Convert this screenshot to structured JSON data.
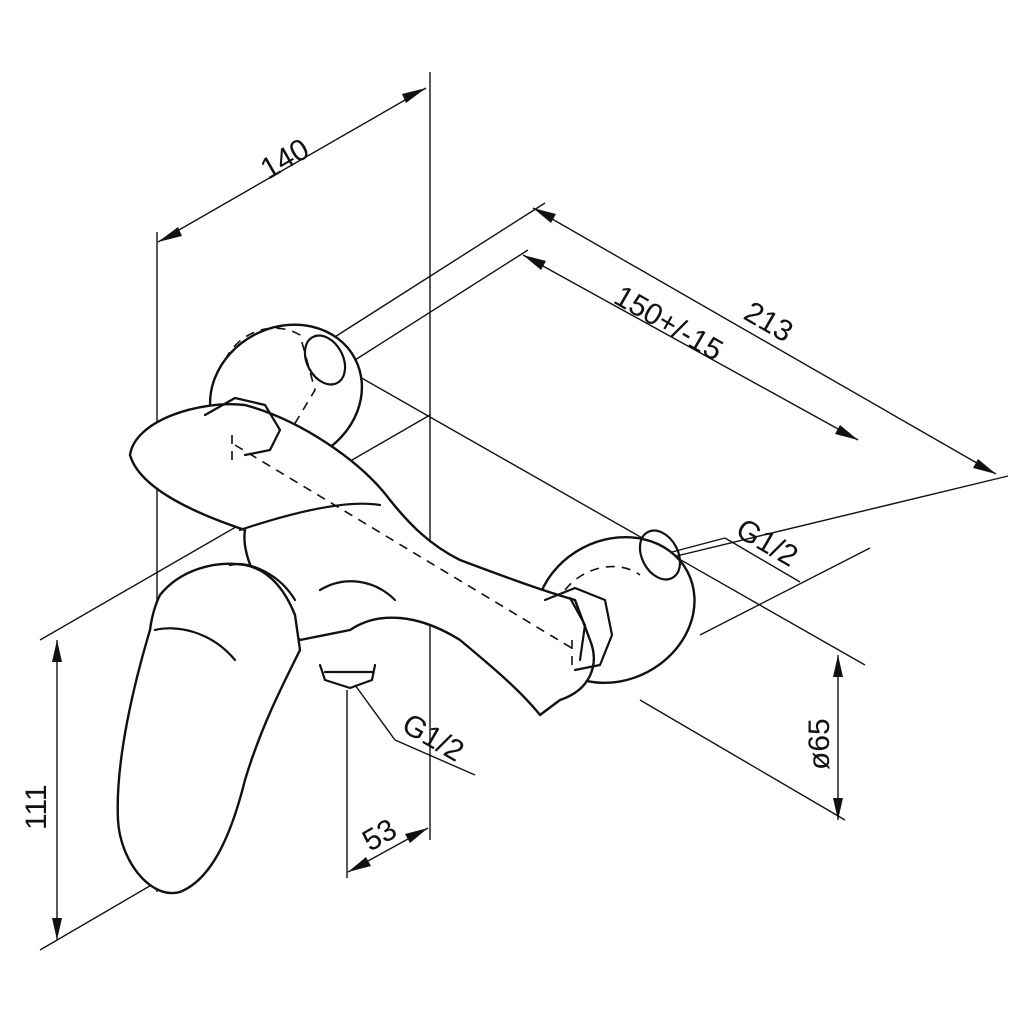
{
  "title": "",
  "colors": {
    "line": "#111111",
    "background": "#ffffff"
  },
  "dimensions": {
    "overall_depth": "140",
    "total_width": "213",
    "inlet_centers": "150+/-15",
    "height": "111",
    "outlet_offset": "53",
    "escutcheon_diameter": "ø65",
    "inlet_thread": "G1/2",
    "outlet_thread": "G1/2"
  }
}
